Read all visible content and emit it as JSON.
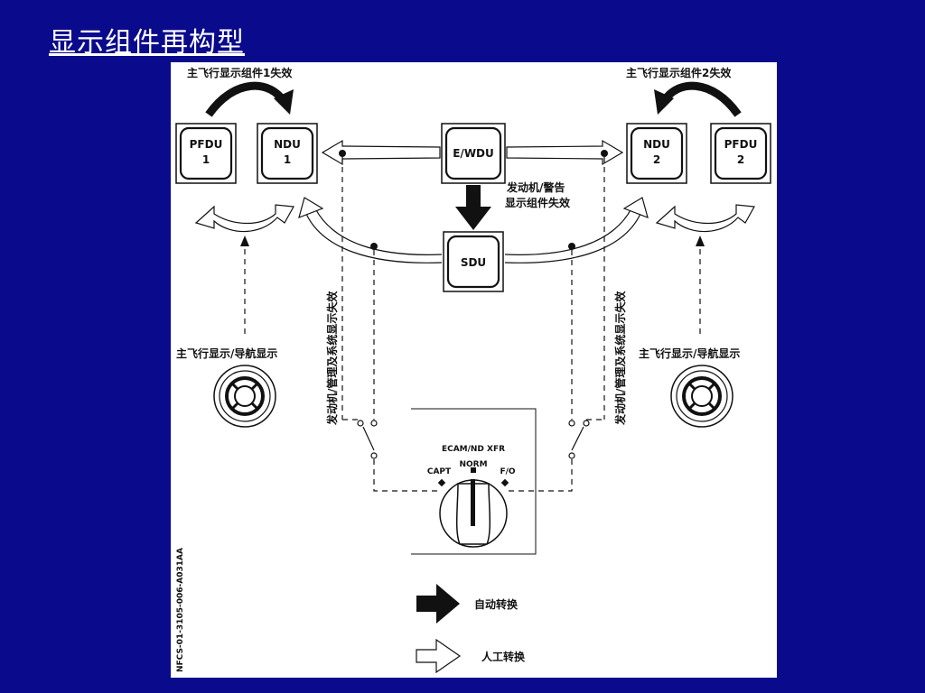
{
  "title": "显示组件再构型",
  "labels": {
    "fail_left": "主飞行显示组件1失效",
    "fail_right": "主飞行显示组件2失效",
    "ewd_fail_line1": "发动机/警告",
    "ewd_fail_line2": "显示组件失效",
    "pfd_nd_left": "主飞行显示/导航显示",
    "pfd_nd_right": "主飞行显示/导航显示",
    "ecam_vertical_left": "发动机/管理及系统显示失效",
    "ecam_vertical_right": "发动机/管理及系统显示失效",
    "legend_auto": "自动转换",
    "legend_manual": "人工转换",
    "drawing_ref": "NFCS-01-3105-006-A031AA"
  },
  "units": {
    "pfdu1_line1": "PFDU",
    "pfdu1_line2": "1",
    "ndu1_line1": "NDU",
    "ndu1_line2": "1",
    "ewdu": "E/WDU",
    "sdu": "SDU",
    "ndu2_line1": "NDU",
    "ndu2_line2": "2",
    "pfdu2_line1": "PFDU",
    "pfdu2_line2": "2"
  },
  "switch": {
    "title": "ECAM/ND XFR",
    "norm": "NORM",
    "capt": "CAPT",
    "fo": "F/O"
  }
}
